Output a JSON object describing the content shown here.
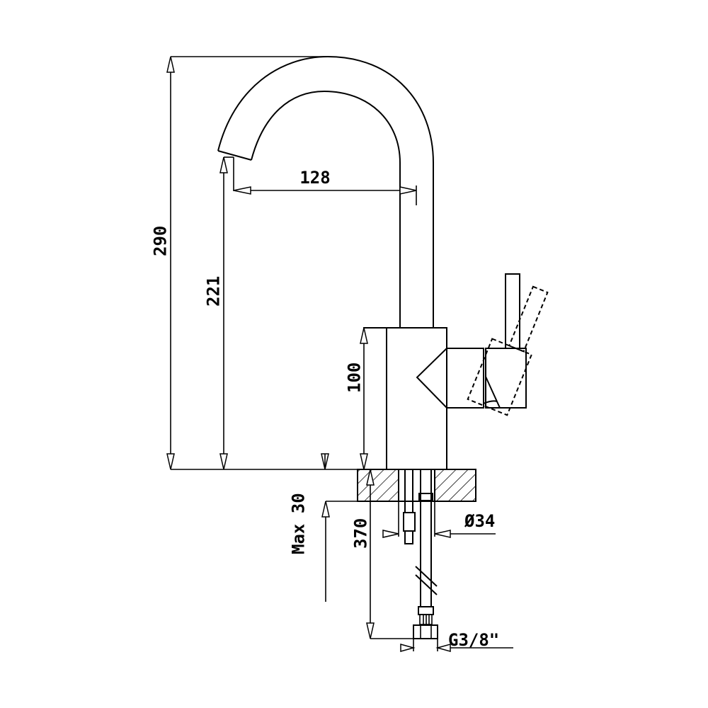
{
  "title": "Faucet technical drawing",
  "dimensions": {
    "total_height": "290",
    "spout_height": "221",
    "spout_reach": "128",
    "body_height": "100",
    "max_deck_thickness": "Max 30",
    "hose_length": "370",
    "hole_diameter": "Ø34",
    "connection_thread": "G3/8\""
  },
  "colors": {
    "line": "#000000",
    "background": "#ffffff"
  }
}
